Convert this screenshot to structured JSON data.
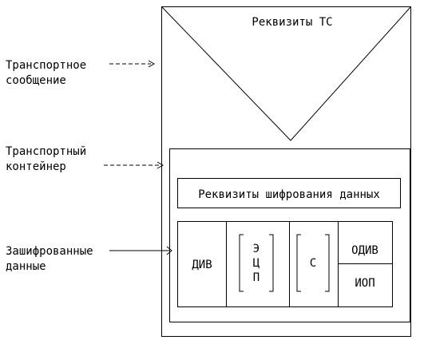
{
  "envelope": {
    "title": "Реквизиты ТС"
  },
  "labels": {
    "transport_message": [
      "Транспортное",
      "сообщение"
    ],
    "transport_container": [
      "Транспортный",
      "контейнер"
    ],
    "encrypted_data": [
      "Зашифрованные",
      "данные"
    ]
  },
  "container": {
    "encryption_requisites": "Реквизиты шифрования данных",
    "div": "ДИВ",
    "ecp": [
      "Э",
      "Ц",
      "П"
    ],
    "s": "С",
    "odiv": "ОДИВ",
    "iop": "ИОП"
  },
  "colors": {
    "line": "#000000",
    "background": "#ffffff"
  }
}
